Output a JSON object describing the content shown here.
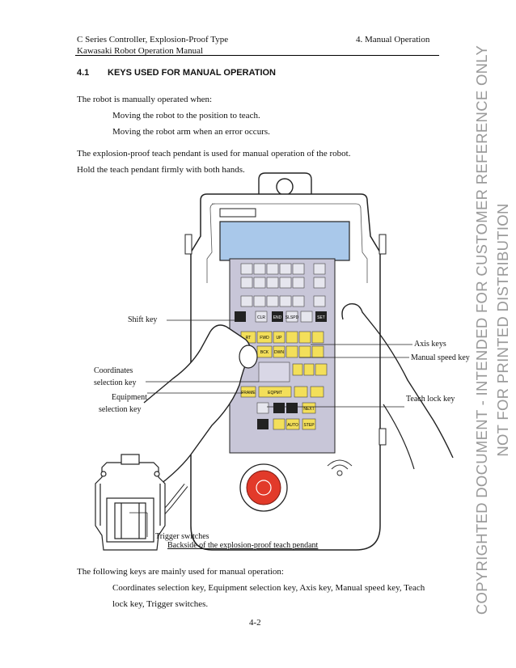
{
  "header": {
    "left_line1": "C Series Controller, Explosion-Proof Type",
    "left_line2": "Kawasaki Robot Operation Manual",
    "right": "4. Manual Operation"
  },
  "section": {
    "number": "4.1",
    "title": "KEYS USED FOR MANUAL OPERATION"
  },
  "intro": {
    "lead": "The robot is manually operated when:",
    "items": [
      "Moving the robot to the position to teach.",
      "Moving the robot arm when an error occurs."
    ]
  },
  "para2": {
    "line1": "The explosion-proof teach pendant is used for manual operation of the robot.",
    "line2": "Hold the teach pendant firmly with both hands."
  },
  "figure": {
    "labels": {
      "shift": "Shift  key",
      "axis": "Axis keys",
      "manual_speed": "Manual speed key",
      "coord1": "Coordinates",
      "coord2": "selection key",
      "equip1": "Equipment",
      "equip2": "selection key",
      "teach_lock": "Teach lock key",
      "trigger": "Trigger switches",
      "backside_caption": "Backside of the explosion-proof teach pendant"
    },
    "keys": {
      "clr": "CLR",
      "end": "END",
      "sbspd": "SLSPD",
      "set": "SET",
      "rt": "RT",
      "fwd": "FWD",
      "up": "UP",
      "bck": "BCK",
      "dwn": "DWN",
      "frame": "FRAME",
      "eqpmt": "EQPMT",
      "next": "NEXT",
      "auto": "AUTO",
      "step": "STEP"
    },
    "colors": {
      "screen": "#a9c8ea",
      "keypad": "#c8c6d8",
      "yellow_key": "#f3df5a",
      "estop": "#e23a2a"
    }
  },
  "outro": {
    "lead": "The following keys are mainly used for manual operation:",
    "line1": "Coordinates selection key, Equipment selection key, Axis key, Manual speed key, Teach",
    "line2": "lock key, Trigger switches."
  },
  "page_number": "4-2",
  "watermark": {
    "line1": "COPYRIGHTED DOCUMENT - INTENDED FOR CUSTOMER REFERENCE ONLY",
    "line2": "NOT FOR PRINTED DISTRIBUTION"
  }
}
